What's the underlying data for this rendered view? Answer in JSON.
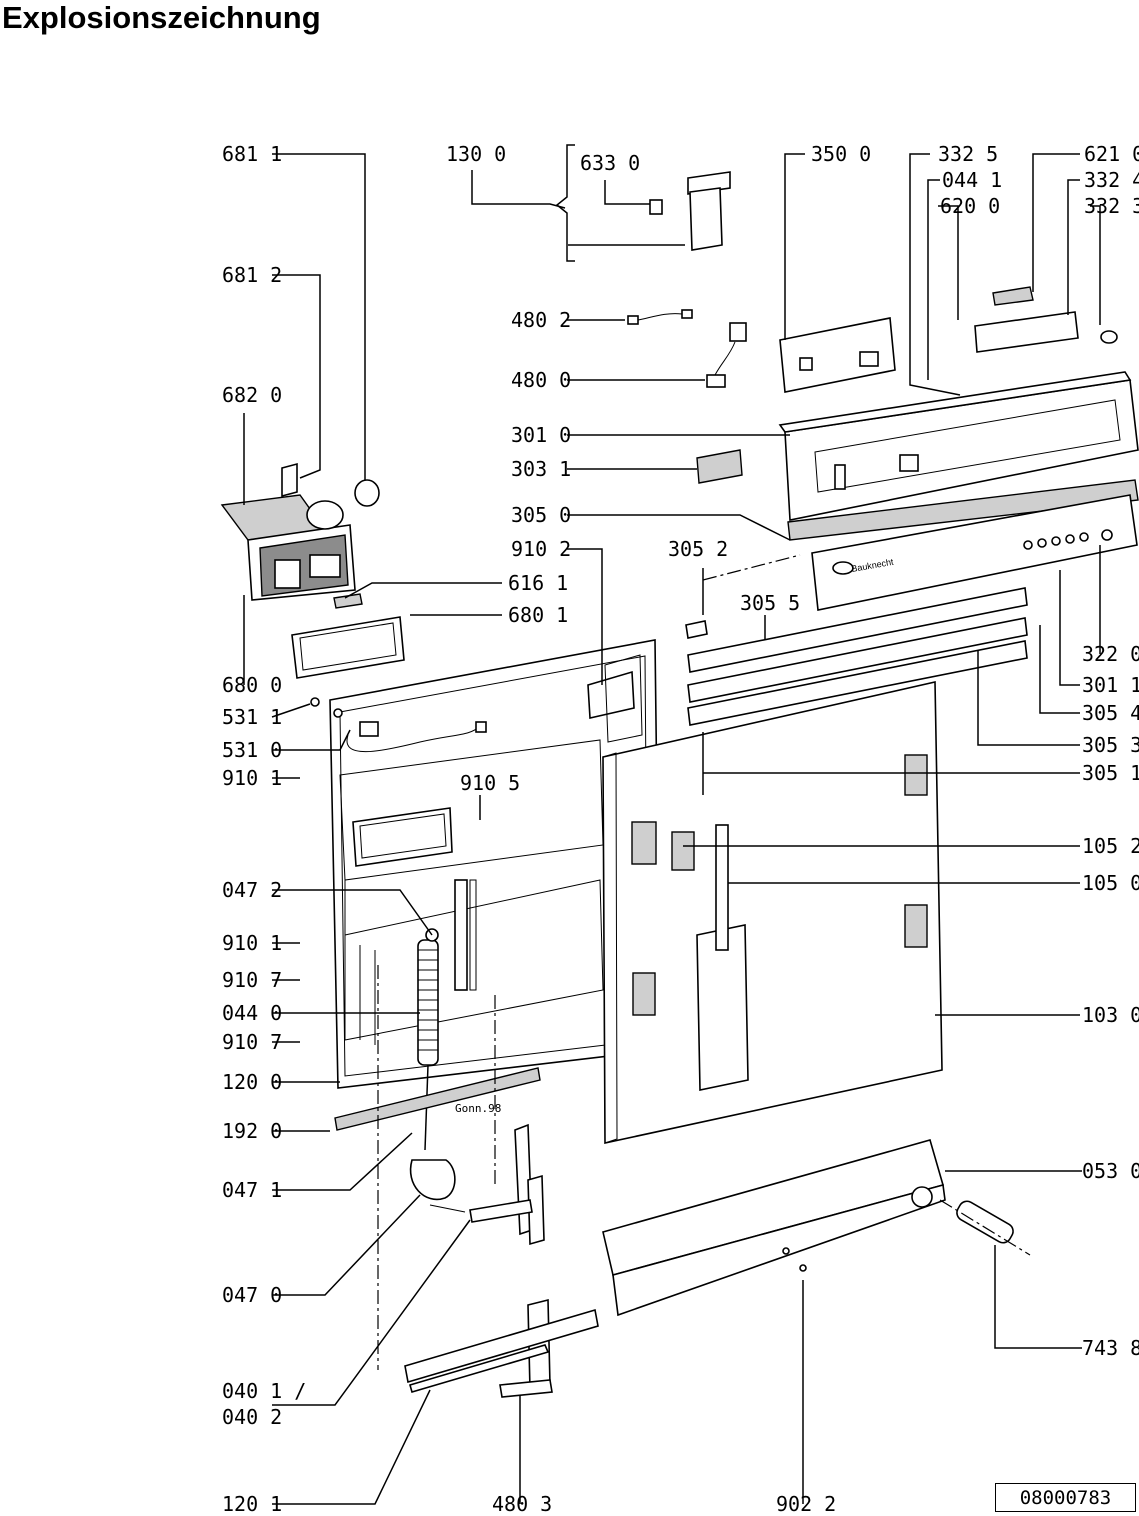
{
  "title": "Explosionszeichnung",
  "document_number": "08000783",
  "brand_plate": "Bauknecht",
  "stamp": "Gonn.98",
  "labels": {
    "p681_1": "681 1",
    "p130_0": "130 0",
    "p633_0": "633 0",
    "p350_0": "350 0",
    "p332_5": "332 5",
    "p621_0": "621 0",
    "p044_1": "044 1",
    "p332_4": "332 4",
    "p620_0": "620 0",
    "p332_3": "332 3",
    "p681_2": "681 2",
    "p480_2": "480 2",
    "p480_0": "480 0",
    "p682_0": "682 0",
    "p301_0": "301 0",
    "p303_1": "303 1",
    "p305_0": "305 0",
    "p910_2": "910 2",
    "p305_2": "305 2",
    "p616_1": "616 1",
    "p305_5": "305 5",
    "p680_1": "680 1",
    "p322_0": "322 0",
    "p680_0": "680 0",
    "p301_1": "301 1",
    "p531_1": "531 1",
    "p305_4": "305 4",
    "p531_0": "531 0",
    "p305_3": "305 3",
    "p910_1a": "910 1",
    "p910_5": "910 5",
    "p305_1": "305 1",
    "p105_2": "105 2",
    "p047_2": "047 2",
    "p105_0": "105 0",
    "p910_1b": "910 1",
    "p910_7a": "910 7",
    "p044_0": "044 0",
    "p103_0": "103 0",
    "p910_7b": "910 7",
    "p120_0": "120 0",
    "p192_0": "192 0",
    "p053_0": "053 0",
    "p047_1": "047 1",
    "p047_0": "047 0",
    "p743_8": "743 8",
    "p040_1": "040 1 /",
    "p040_2": "040 2",
    "p120_1": "120 1",
    "p480_3": "480 3",
    "p902_2": "902 2"
  }
}
